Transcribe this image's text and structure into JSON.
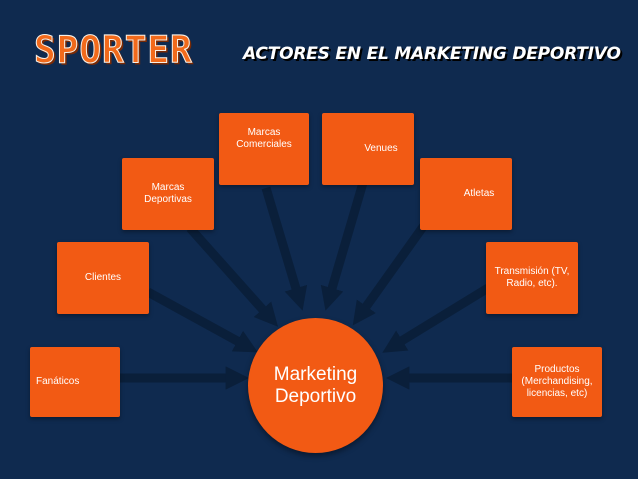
{
  "brand": "SPORTER",
  "title": "ACTORES EN EL MARKETING DEPORTIVO",
  "center_label": "Marketing\nDeportivo",
  "nodes": {
    "fanaticos": "Fanáticos",
    "clientes": "Clientes",
    "marcas_deportivas": "Marcas\nDeportivas",
    "marcas_comerciales": "Marcas\nComerciales",
    "venues": "Venues",
    "atletas": "Atletas",
    "transmision": "Transmisión (TV,\nRadio, etc).",
    "productos": "Productos\n(Merchandising,\nlicencias, etc)"
  },
  "colors": {
    "background": "#0f2a4f",
    "accent": "#f25a14",
    "arrow": "#0a1f3a"
  }
}
